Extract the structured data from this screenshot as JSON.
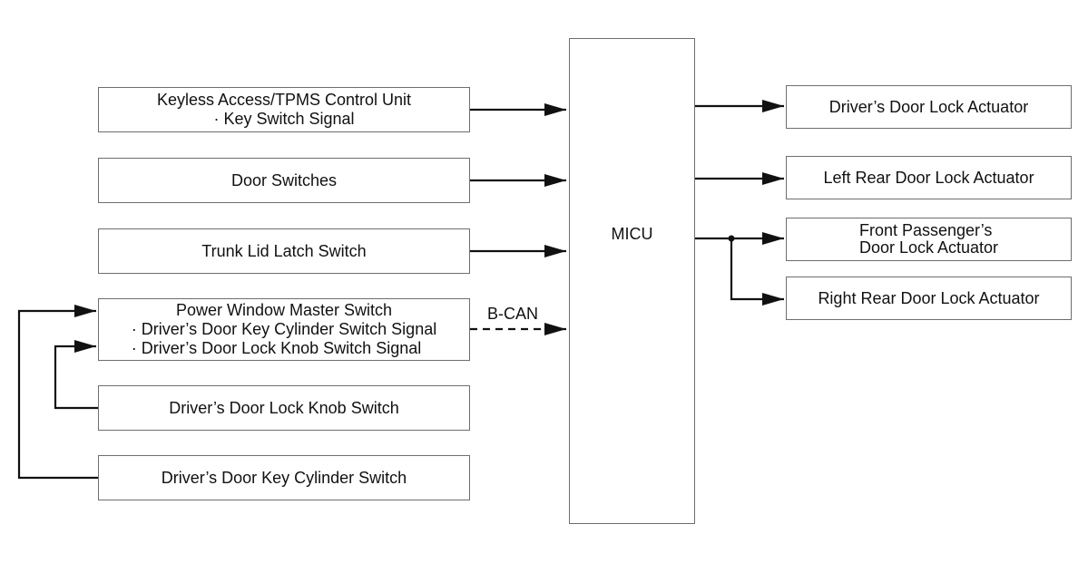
{
  "micu": {
    "label": "MICU"
  },
  "bus_label": "B-CAN",
  "inputs": {
    "keyless": {
      "title": "Keyless Access/TPMS Control Unit",
      "detail": "· Key Switch Signal"
    },
    "door_switches": {
      "title": "Door Switches"
    },
    "trunk": {
      "title": "Trunk Lid Latch Switch"
    },
    "pwms": {
      "title": "Power Window Master Switch",
      "detail1": "· Driver’s Door Key Cylinder Switch Signal",
      "detail2": "· Driver’s Door Lock Knob Switch Signal"
    },
    "lock_knob": {
      "title": "Driver’s Door Lock Knob Switch"
    },
    "key_cylinder": {
      "title": "Driver’s Door Key Cylinder Switch"
    }
  },
  "outputs": {
    "driver_actuator": {
      "title": "Driver’s Door Lock Actuator"
    },
    "left_rear_actuator": {
      "title": "Left Rear Door Lock Actuator"
    },
    "front_passenger_actuator": {
      "line1": "Front Passenger’s",
      "line2": "Door Lock Actuator"
    },
    "right_rear_actuator": {
      "title": "Right Rear Door Lock Actuator"
    }
  }
}
